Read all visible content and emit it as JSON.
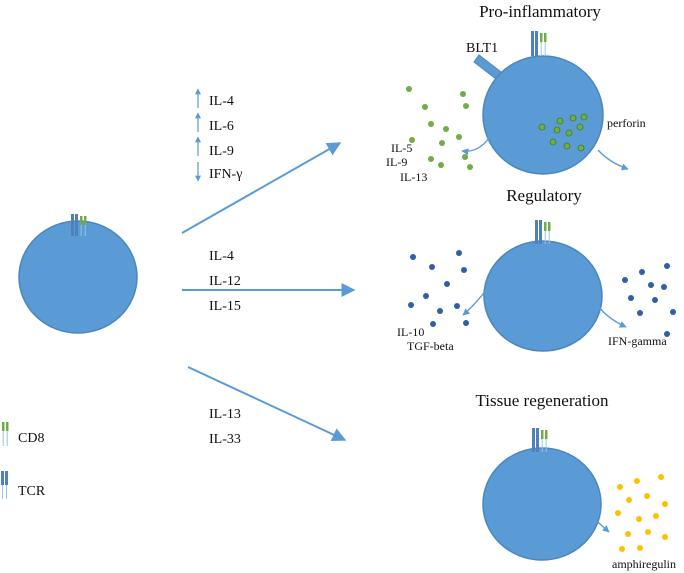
{
  "colors": {
    "cell_fill": "#5b9bd5",
    "cell_stroke": "#4a86c0",
    "arrow": "#5b9bd5",
    "pro_inflammatory_dots": "#70ad47",
    "regulatory_dots": "#2f5fa7",
    "amphiregulin_dots": "#ffc000",
    "receptor_blue": "#4f81bd",
    "receptor_green": "#70ad47"
  },
  "pathways": {
    "pro_inflammatory": {
      "title": "Pro-inflammatory",
      "receptor_label": "BLT1",
      "cytokines": [
        {
          "label": "IL-4",
          "trend": "up"
        },
        {
          "label": "IL-6",
          "trend": "up"
        },
        {
          "label": "IL-9",
          "trend": "up"
        },
        {
          "label": "IFN-γ",
          "trend": "down"
        }
      ],
      "secreted": [
        "IL-5",
        "IL-9",
        "IL-13"
      ],
      "granule_label": "perforin"
    },
    "regulatory": {
      "title": "Regulatory",
      "cytokines": [
        "IL-4",
        "IL-12",
        "IL-15"
      ],
      "secreted_left": [
        "IL-10",
        "TGF-beta"
      ],
      "secreted_right": "IFN-gamma"
    },
    "tissue_regeneration": {
      "title": "Tissue regeneration",
      "cytokines": [
        "IL-13",
        "IL-33"
      ],
      "secreted": "amphiregulin"
    }
  },
  "legend": {
    "cd8": "CD8",
    "tcr": "TCR"
  }
}
